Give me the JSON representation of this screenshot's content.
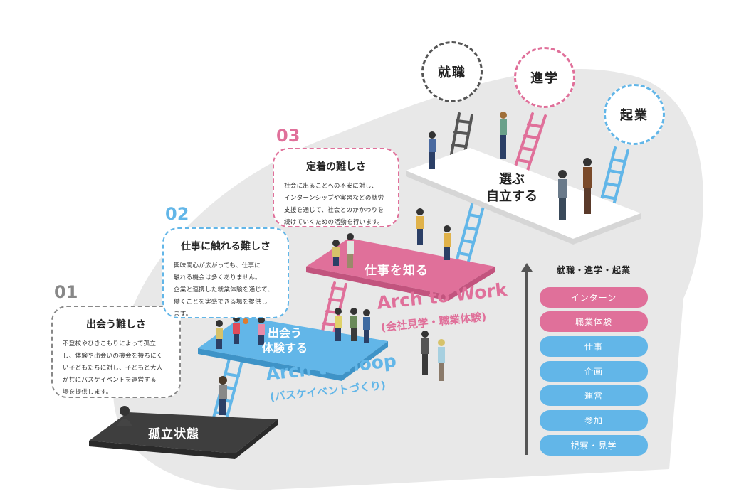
{
  "steps": [
    {
      "number": "01",
      "title": "出会う難しさ",
      "lines": [
        "不登校やひきこもりによって孤立",
        "し、体験や出会いの機会を持ちにく",
        "い子どもたちに対し、子どもと大人",
        "が共にバスケイベントを運営する",
        "場を提供します。"
      ]
    },
    {
      "number": "02",
      "title": "仕事に触れる難しさ",
      "lines": [
        "興味関心が広がっても、仕事に",
        "触れる機会は多くありません。",
        "企業と連携した就業体験を通じて、",
        "働くことを実感できる場を提供し",
        "ます。"
      ]
    },
    {
      "number": "03",
      "title": "定着の難しさ",
      "lines": [
        "社会に出ることへの不安に対し、",
        "インターンシップや実習などの就労",
        "支援を通じて、社会とのかかわりを",
        "続けていくための活動を行います。"
      ]
    }
  ],
  "platforms": {
    "isolation": "孤立状態",
    "encounter_line1": "出会う",
    "encounter_line2": "体験する",
    "work": "仕事を知る",
    "choose_line1": "選ぶ",
    "choose_line2": "自立する"
  },
  "goals": [
    "就職",
    "進学",
    "起業"
  ],
  "arch_hoop": {
    "title": "Arch to Hoop",
    "subtitle": "(バスケイベントづくり)"
  },
  "arch_work": {
    "title": "Arch to Work",
    "subtitle": "(会社見学・職業体験)"
  },
  "legend": {
    "top": "就職・進学・起業",
    "items": [
      {
        "label": "インターン",
        "color": "#e0709a"
      },
      {
        "label": "職業体験",
        "color": "#e0709a"
      },
      {
        "label": "仕事",
        "color": "#62b6e8"
      },
      {
        "label": "企画",
        "color": "#62b6e8"
      },
      {
        "label": "運営",
        "color": "#62b6e8"
      },
      {
        "label": "参加",
        "color": "#62b6e8"
      },
      {
        "label": "視察・見学",
        "color": "#62b6e8"
      }
    ]
  },
  "colors": {
    "gray": "#888888",
    "blue": "#62b6e8",
    "pink": "#e0709a",
    "dark": "#555555"
  }
}
